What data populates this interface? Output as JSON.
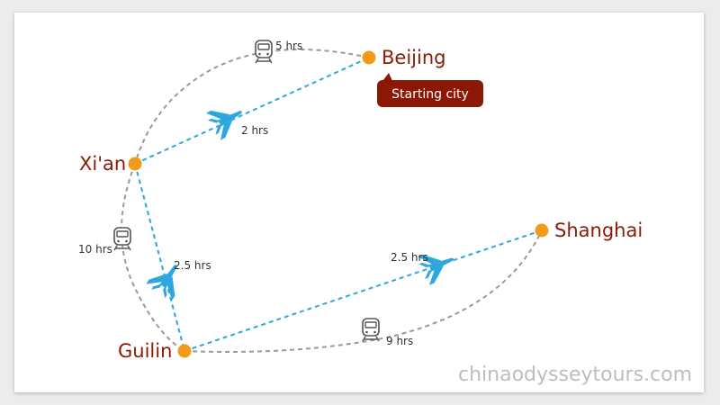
{
  "cities": {
    "beijing": "Beijing",
    "xian": "Xi'an",
    "shanghai": "Shanghai",
    "guilin": "Guilin"
  },
  "badge": {
    "starting": "Starting city"
  },
  "routes": {
    "train_beijing_xian": "5 hrs",
    "flight_xian_beijing": "2 hrs",
    "train_xian_guilin": "10 hrs",
    "flight_xian_guilin": "2.5 hrs",
    "flight_guilin_shanghai": "2.5 hrs",
    "train_guilin_shanghai": "9 hrs"
  },
  "watermark": "chinaodysseytours.com",
  "colors": {
    "city_dot": "#f39a1b",
    "city_text": "#8c1a05",
    "badge_bg": "#8b1704",
    "flight": "#2ea7df",
    "train": "#9a9a9a",
    "icon": "#555555"
  },
  "icons": {
    "flight": "airplane-icon",
    "train": "train-icon"
  }
}
